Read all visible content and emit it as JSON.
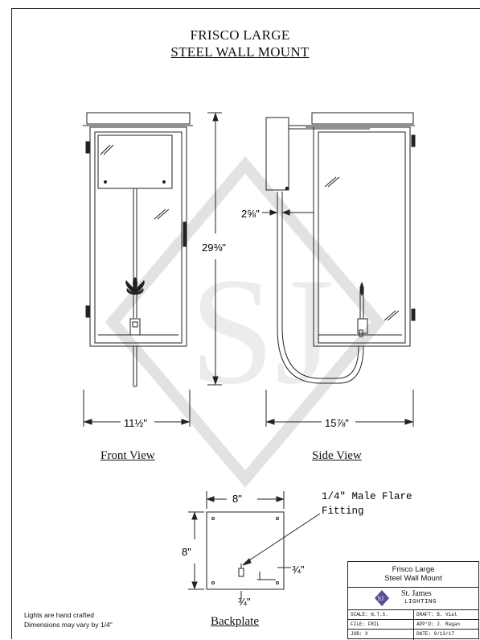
{
  "title": {
    "line1": "FRISCO LARGE",
    "line2": "STEEL WALL MOUNT"
  },
  "views": {
    "front_label": "Front View",
    "side_label": "Side View",
    "backplate_label": "Backplate"
  },
  "dimensions": {
    "front_width": "11½\"",
    "height": "29⅜\"",
    "side_depth": "15⅞\"",
    "side_offset": "2⅝\"",
    "backplate_width": "8\"",
    "backplate_height": "8\"",
    "backplate_offset_right": "¾\"",
    "backplate_offset_bottom": "¾\""
  },
  "fitting_label": {
    "line1": "1/4\" Male Flare",
    "line2": "Fitting"
  },
  "notes": {
    "line1": "Lights are hand crafted",
    "line2": "Dimensions may vary by 1/4\""
  },
  "title_block": {
    "name_line1": "Frisco Large",
    "name_line2": "Steel Wall Mount",
    "brand": "St. James",
    "brand_sub": "LIGHTING",
    "logo_text": "SJ",
    "scale": "SCALE: N.T.S.",
    "draft": "DRAFT: B. Vial",
    "file": "FILE:  FRIL",
    "appd": "APP'D: J. Ragan",
    "job": "JOB:   X",
    "date": "DATE:  9/13/17"
  },
  "watermark": "SJ",
  "colors": {
    "line": "#222222",
    "watermark": "#e6e6e6",
    "logo": "#5b4b9a"
  }
}
